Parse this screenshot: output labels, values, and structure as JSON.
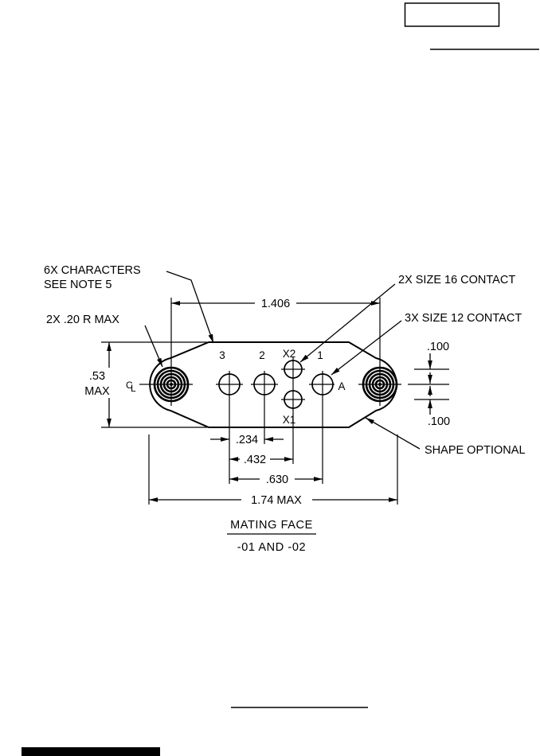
{
  "drawing": {
    "notes": {
      "characters_line1": "6X CHARACTERS",
      "characters_line2": "SEE NOTE 5",
      "corner_radius": "2X .20 R MAX",
      "size16_contact": "2X SIZE 16 CONTACT",
      "size12_contact": "3X SIZE 12 CONTACT",
      "shape_optional": "SHAPE OPTIONAL"
    },
    "dimensions": {
      "mount_hole_spacing": "1.406",
      "height_value": ".53",
      "height_qualifier": "MAX",
      "upper_offset": ".100",
      "lower_offset": ".100",
      "pitch_small": ".234",
      "pitch_mid": ".432",
      "pitch_large": ".630",
      "overall_width": "1.74 MAX"
    },
    "centerline": {
      "c": "C",
      "l": "L"
    },
    "cavities": {
      "c3": "3",
      "c2": "2",
      "cx2": "X2",
      "c1": "1",
      "cx1": "X1",
      "ca": "A"
    },
    "caption": {
      "view_title": "MATING FACE",
      "dash_numbers": "-01 AND -02"
    }
  }
}
